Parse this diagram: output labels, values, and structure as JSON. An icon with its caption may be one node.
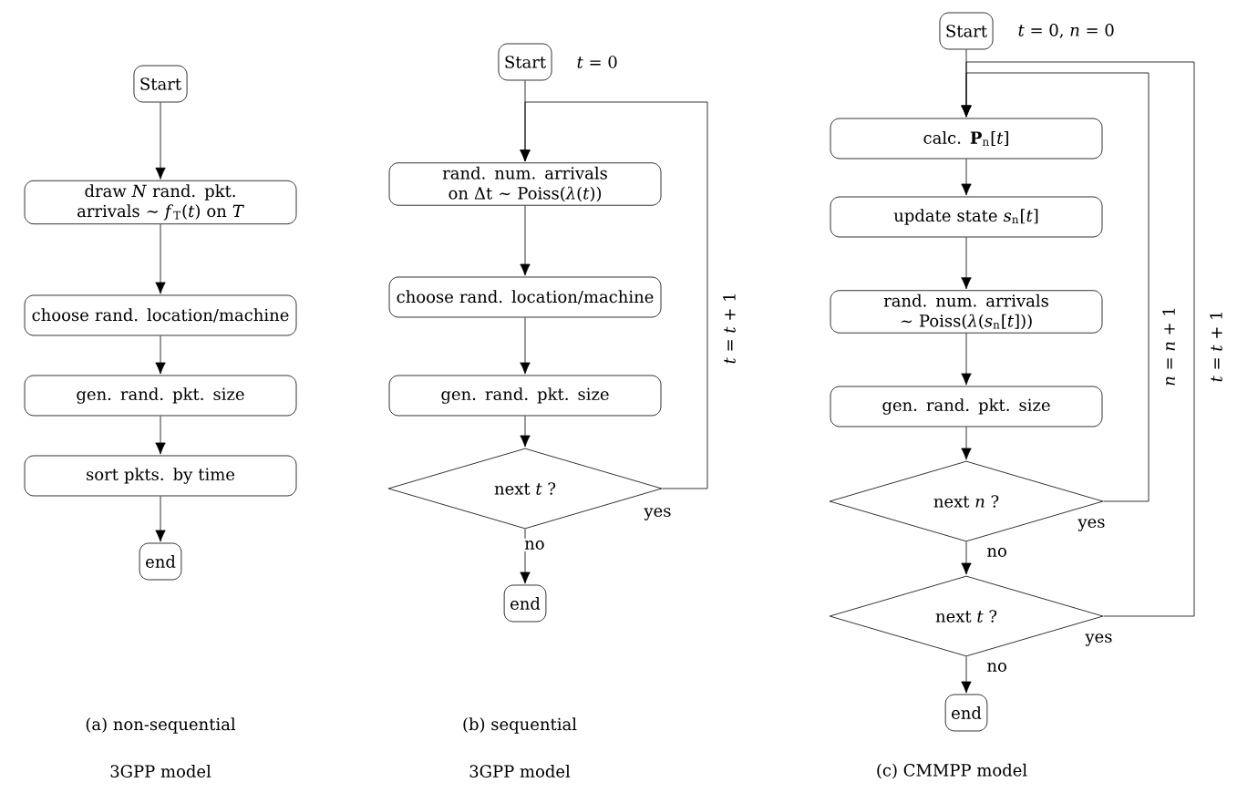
{
  "diagram": {
    "nodes": [
      {
        "text": [
          "Start"
        ]
      },
      {
        "text": [
          "draw *N* rand. pkt. arrivals ∼ *f*$_{T}$(*t*) on *T*"
        ]
      },
      {
        "text": [
          "choose rand. location/machine"
        ]
      },
      {
        "text": [
          "gen. rand. pkt. size"
        ]
      },
      {
        "text": [
          "sort pkts. by time"
        ]
      },
      {
        "text": [
          "end"
        ]
      },
      {
        "text": [
          "Start"
        ],
        "beside": [
          "*t* = 0"
        ]
      },
      {
        "text": [
          "rand. num. arrivals on Δt ∼ Poiss(*λ*(*t*))"
        ]
      },
      {
        "text": [
          "choose rand. location/machine"
        ]
      },
      {
        "text": [
          "gen. rand. pkt. size"
        ]
      },
      {
        "text": [
          "next *t* ?"
        ]
      },
      {
        "text": [
          "end"
        ]
      },
      {
        "text": [
          "Start"
        ],
        "beside": [
          "*t* = 0, *n* = 0"
        ]
      },
      {
        "text": [
          "calc. **P**$_{n}$[*t*]"
        ]
      },
      {
        "text": [
          "update state *s*$_{n}$[*t*]"
        ]
      },
      {
        "text": [
          "rand. num. arrivals ∼ Poiss(*λ*(*s*$_{n}$[*t*]))"
        ]
      },
      {
        "text": [
          "gen. rand. pkt. size"
        ]
      },
      {
        "text": [
          "next *n* ?"
        ]
      },
      {
        "text": [
          "next *t* ?"
        ]
      },
      {
        "text": [
          "end"
        ]
      }
    ],
    "edges": [
      {
        "from": 0,
        "to": 1,
        "arrow": "to"
      },
      {
        "from": 1,
        "to": 2,
        "arrow": "to"
      },
      {
        "from": 2,
        "to": 3,
        "arrow": "to"
      },
      {
        "from": 3,
        "to": 4,
        "arrow": "to"
      },
      {
        "from": 4,
        "to": 5,
        "arrow": "to"
      },
      {
        "from": 6,
        "to": 7,
        "arrow": "to"
      },
      {
        "from": 7,
        "to": 8,
        "arrow": "to"
      },
      {
        "from": 8,
        "to": 9,
        "arrow": "to"
      },
      {
        "from": 9,
        "to": 10,
        "arrow": "to"
      },
      {
        "from": 10,
        "to": 11,
        "arrow": "to",
        "label": "no"
      },
      {
        "from": 10,
        "to": 7,
        "arrow": "to",
        "label": "yes"
      },
      {
        "from": 12,
        "to": 13,
        "arrow": "to"
      },
      {
        "from": 13,
        "to": 14,
        "arrow": "to"
      },
      {
        "from": 14,
        "to": 15,
        "arrow": "to"
      },
      {
        "from": 15,
        "to": 16,
        "arrow": "to"
      },
      {
        "from": 16,
        "to": 17,
        "arrow": "to"
      },
      {
        "from": 17,
        "to": 18,
        "arrow": "to",
        "label": "no"
      },
      {
        "from": 18,
        "to": 19,
        "arrow": "to",
        "label": "no"
      },
      {
        "from": 17,
        "to": 13,
        "arrow": "to",
        "label": "yes"
      },
      {
        "from": 18,
        "to": 13,
        "arrow": "to",
        "label": "yes"
      }
    ],
    "labels": [
      "*t* = *t* + 1",
      "*n* = *n* + 1",
      "*t* = *t* + 1",
      "(a) non-sequential",
      "3GPP model",
      "(b) sequential",
      "3GPP model",
      "(c) CMMPP model"
    ]
  }
}
